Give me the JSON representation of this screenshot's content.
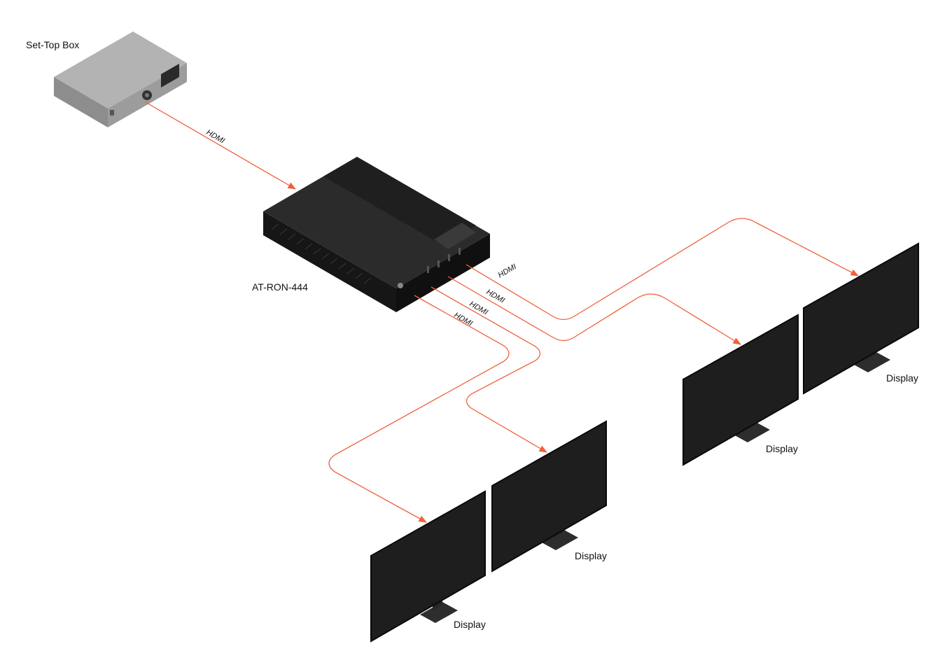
{
  "colors": {
    "cable": "#f0603a",
    "device_dark": "#1b1b1b",
    "device_stb": "#9b9b9b",
    "screen": "#1e1e1e"
  },
  "devices": {
    "set_top_box": {
      "label": "Set-Top Box",
      "icon": "set-top-box-icon"
    },
    "switcher": {
      "label": "AT-RON-444",
      "icon": "distribution-amplifier-icon"
    }
  },
  "displays": [
    {
      "label": "Display",
      "icon": "monitor-icon"
    },
    {
      "label": "Display",
      "icon": "monitor-icon"
    },
    {
      "label": "Display",
      "icon": "monitor-icon"
    },
    {
      "label": "Display",
      "icon": "monitor-icon"
    }
  ],
  "cables": {
    "input": {
      "label": "HDMI"
    },
    "outputs": [
      {
        "label": "HDMI"
      },
      {
        "label": "HDMI"
      },
      {
        "label": "HDMI"
      },
      {
        "label": "HDMI"
      }
    ]
  }
}
